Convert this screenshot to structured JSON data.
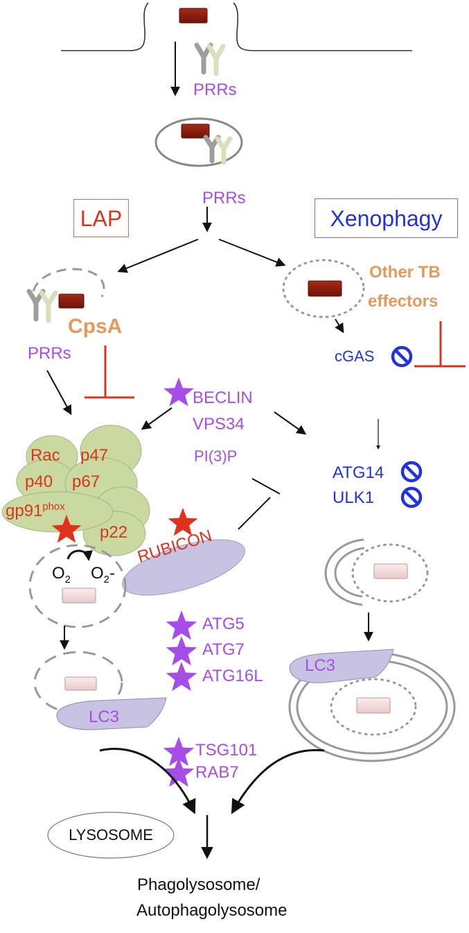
{
  "labels": {
    "prrs_top": "PRRs",
    "prrs_mid": "PRRs",
    "prrs_left": "PRRs",
    "lap": "LAP",
    "xenophagy": "Xenophagy",
    "cpsa": "CpsA",
    "other_tb_1": "Other TB",
    "other_tb_2": "effectors",
    "cgas": "cGAS",
    "beclin": "BECLIN",
    "vps34": "VPS34",
    "pi3p": "PI(3)P",
    "atg14": "ATG14",
    "ulk1": "ULK1",
    "rac": "Rac",
    "p47": "p47",
    "p40": "p40",
    "p67": "p67",
    "gp91": "gp91",
    "phox": "phox",
    "p22": "p22",
    "rubicon": "RUBICON",
    "o2_left": "O",
    "o2_left_sub": "2",
    "o2_right": "O",
    "o2_right_sub": "2",
    "o2_right_charge": "-",
    "atg5": "ATG5",
    "atg7": "ATG7",
    "atg16l": "ATG16L",
    "lc3_left": "LC3",
    "lc3_right": "LC3",
    "tsg101": "TSG101",
    "rab7": "RAB7",
    "lysosome": "LYSOSOME",
    "result_1": "Phagolysosome/",
    "result_2": "Autophagolysosome"
  },
  "colors": {
    "purple": "#A64DE8",
    "red": "#D8341E",
    "blue": "#2233DD",
    "orange": "#E39A5A",
    "bacterium": "#8B1A10",
    "receptor_gray": "#B0B0B0",
    "receptor_light": "#DCE6C0",
    "nox_green": "#C9D9A0",
    "lc3_lavender": "#C8C3E3",
    "degraded_pink": "#F3DADA"
  }
}
